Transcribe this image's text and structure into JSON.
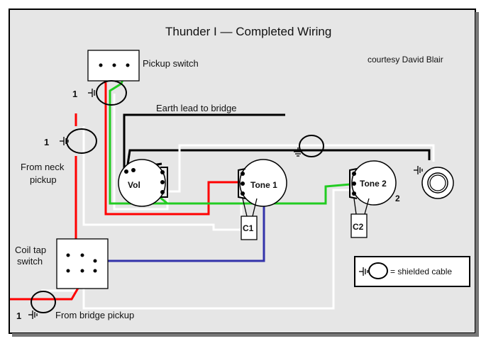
{
  "title": "Thunder I — Completed Wiring",
  "credit": "courtesy David Blair",
  "labels": {
    "pickup_switch": "Pickup switch",
    "earth_lead": "Earth lead to bridge",
    "from_neck_line1": "From neck",
    "from_neck_line2": "pickup",
    "coil_tap_line1": "Coil tap",
    "coil_tap_line2": "switch",
    "from_bridge": "From bridge pickup",
    "vol": "Vol",
    "tone1": "Tone 1",
    "tone2": "Tone 2",
    "c1": "C1",
    "c2": "C2",
    "one_a": "1",
    "one_b": "1",
    "one_c": "1",
    "two": "2"
  },
  "legend": {
    "text": "= shielded cable"
  },
  "colors": {
    "background": "#e6e6e6",
    "frame": "#000000",
    "red_wire": "#ff0000",
    "green_wire": "#22cc22",
    "blue_wire": "#3333aa",
    "white_wire": "#ffffff",
    "black_wire": "#000000"
  },
  "icons": [
    "ground-icon",
    "shielded-cable-icon",
    "output-jack-icon",
    "potentiometer-icon",
    "capacitor-icon"
  ]
}
